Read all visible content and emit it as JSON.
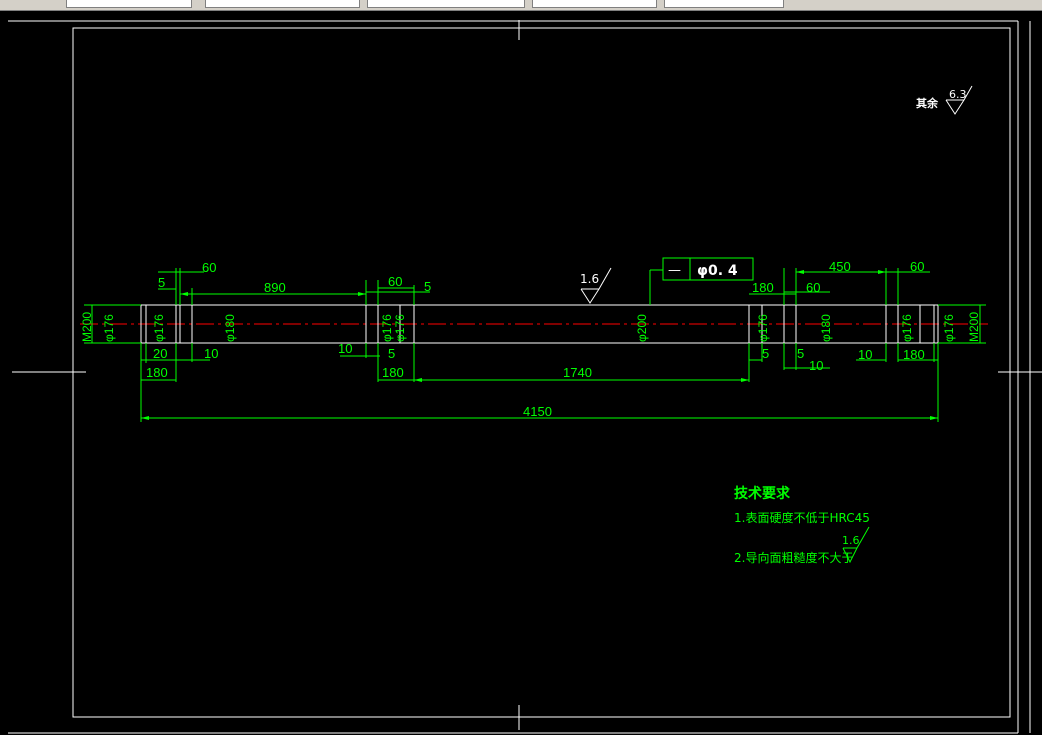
{
  "taskbar": {
    "tabs": [
      {
        "label": ""
      },
      {
        "label": ""
      },
      {
        "label": ""
      },
      {
        "label": ""
      },
      {
        "label": ""
      }
    ]
  },
  "drawing": {
    "roughness_general_label": "其余",
    "roughness_general_value": "6.3",
    "roughness_shaft_value": "1.6",
    "tolerance_symbol": "—",
    "tolerance_value": "φ0. 4",
    "dims_top": [
      "5",
      "60",
      "890",
      "60",
      "5",
      "180",
      "60",
      "450",
      "60"
    ],
    "dims_diam": [
      "M200",
      "φ176",
      "φ176",
      "φ180",
      "φ176",
      "φ176",
      "φ200",
      "φ176",
      "φ180",
      "φ176",
      "φ176",
      "M200"
    ],
    "dims_bottom": [
      "20",
      "10",
      "180",
      "10",
      "5",
      "180",
      "1740",
      "5",
      "5",
      "10",
      "10",
      "180"
    ],
    "overall_length": "4150",
    "tech_title": "技术要求",
    "tech_item_1": "1.表面硬度不低于HRC45",
    "tech_item_2": "2.导向面粗糙度不大于",
    "tech_roughness_value": "1.6"
  },
  "colors": {
    "background": "#000000",
    "geometry": "#ffffff",
    "dimension": "#00ff00",
    "centerline": "#ff0000"
  }
}
